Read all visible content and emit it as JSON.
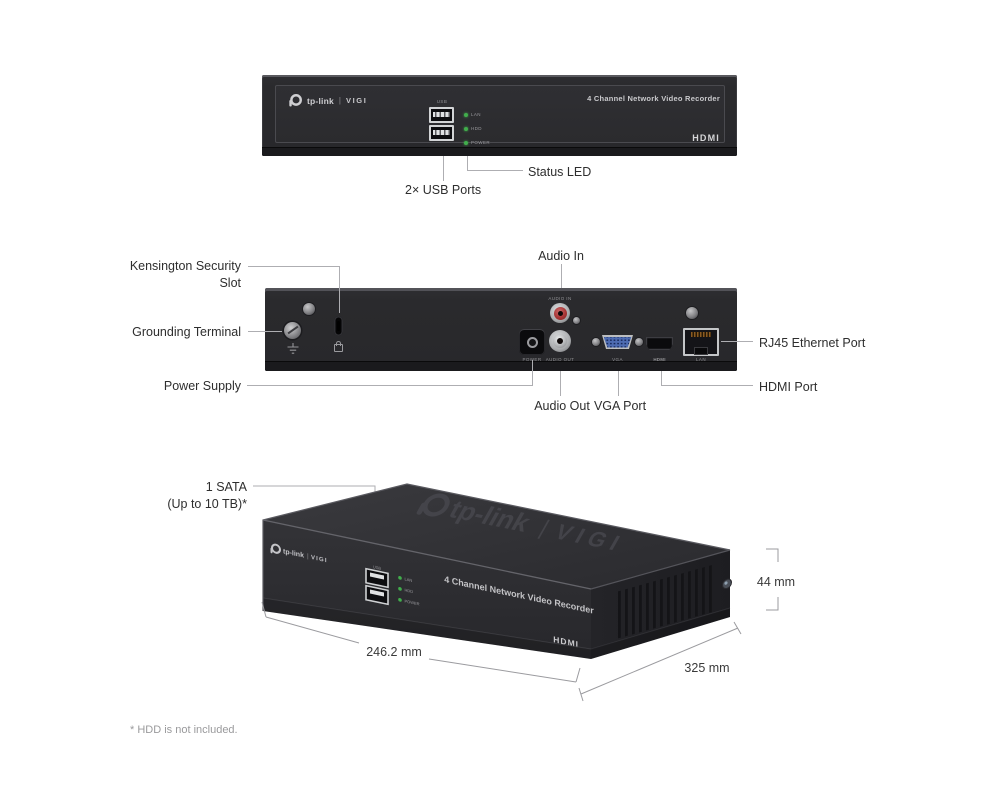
{
  "front_view": {
    "brand": "tp-link",
    "divider": "|",
    "sub_brand": "VIGI",
    "title": "4 Channel Network Video Recorder",
    "usb_label": "USB",
    "leds": [
      {
        "name": "LAN"
      },
      {
        "name": "HDD"
      },
      {
        "name": "POWER"
      }
    ],
    "hdmi_logo": "HDMI"
  },
  "front_callouts": {
    "usb_ports": "2× USB Ports",
    "status_led": "Status LED"
  },
  "rear_view": {
    "audio_in_label": "AUDIO IN",
    "power_label": "POWER",
    "audio_out_label": "AUDIO OUT",
    "vga_label": "VGA",
    "hdmi_label": "HDMI",
    "lan_label": "LAN"
  },
  "rear_callouts": {
    "kensington_line1": "Kensington Security",
    "kensington_line2": "Slot",
    "grounding": "Grounding Terminal",
    "power": "Power Supply",
    "audio_in": "Audio In",
    "audio_out": "Audio Out",
    "vga": "VGA Port",
    "rj45": "RJ45 Ethernet Port",
    "hdmi": "HDMI Port"
  },
  "iso_view": {
    "brand": "tp-link",
    "divider": "|",
    "sub_brand": "VIGI",
    "title": "4 Channel Network Video Recorder",
    "hdmi_logo": "HDMI",
    "usb_label": "USB",
    "leds": [
      {
        "name": "LAN"
      },
      {
        "name": "HDD"
      },
      {
        "name": "POWER"
      }
    ],
    "sata_line1": "1 SATA",
    "sata_line2": "(Up to 10 TB)*",
    "dim_width": "246.2 mm",
    "dim_depth": "325 mm",
    "dim_height": "44 mm"
  },
  "footnote": "* HDD is not included.",
  "colors": {
    "chassis": "#29292c",
    "led_green": "#41ae4c",
    "vga_blue": "#4e6cb2",
    "rca_red": "#a83434",
    "label_text": "#2e2e2e",
    "leader_line": "#aeaeb2"
  }
}
